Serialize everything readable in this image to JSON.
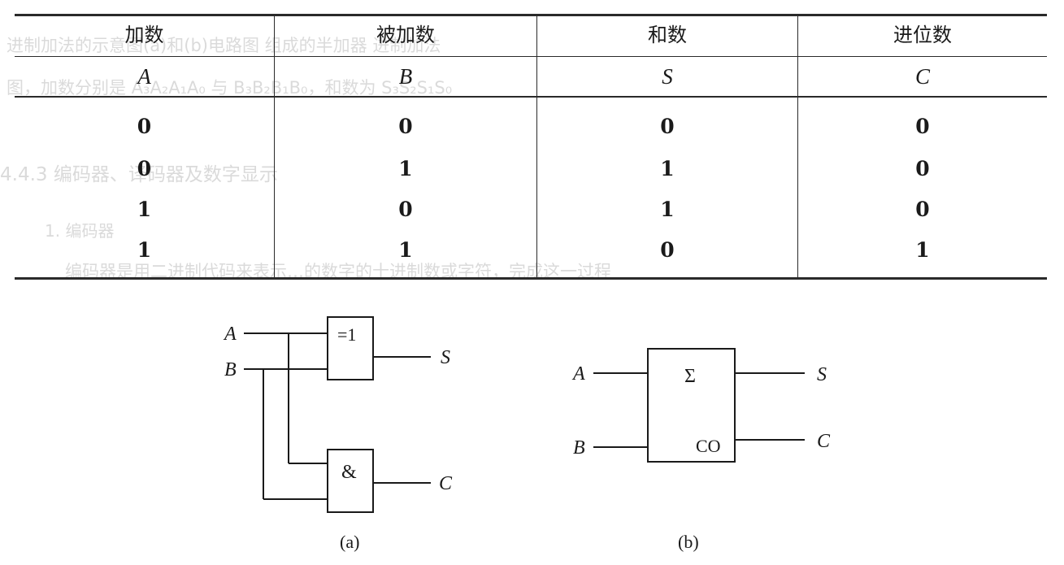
{
  "truth_table": {
    "headers": [
      "加数",
      "被加数",
      "和数",
      "进位数"
    ],
    "symbols": [
      "A",
      "B",
      "S",
      "C"
    ],
    "rows": [
      [
        "0",
        "0",
        "0",
        "0"
      ],
      [
        "0",
        "1",
        "1",
        "0"
      ],
      [
        "1",
        "0",
        "1",
        "0"
      ],
      [
        "1",
        "1",
        "0",
        "1"
      ]
    ]
  },
  "bleed_through": {
    "line1": "进制加法的示意图(a)和(b)电路图  组成的半加器  进制加法",
    "line2": "图，加数分别是 A₃A₂A₁A₀ 与 B₃B₂B₁B₀，和数为 S₃S₂S₁S₀",
    "heading": "4.4.3  编码器、译码器及数字显示",
    "line4": "1. 编码器",
    "line5": "编码器是用二进制代码来表示…的数字的十进制数或字符，完成这一过程"
  },
  "circuit_a": {
    "input_a": "A",
    "input_b": "B",
    "xor_label": "=1",
    "and_label": "&",
    "output_s": "S",
    "output_c": "C",
    "caption": "(a)"
  },
  "circuit_b": {
    "input_a": "A",
    "input_b": "B",
    "sum_label": "Σ",
    "carry_label": "CO",
    "output_s": "S",
    "output_c": "C",
    "caption": "(b)"
  }
}
